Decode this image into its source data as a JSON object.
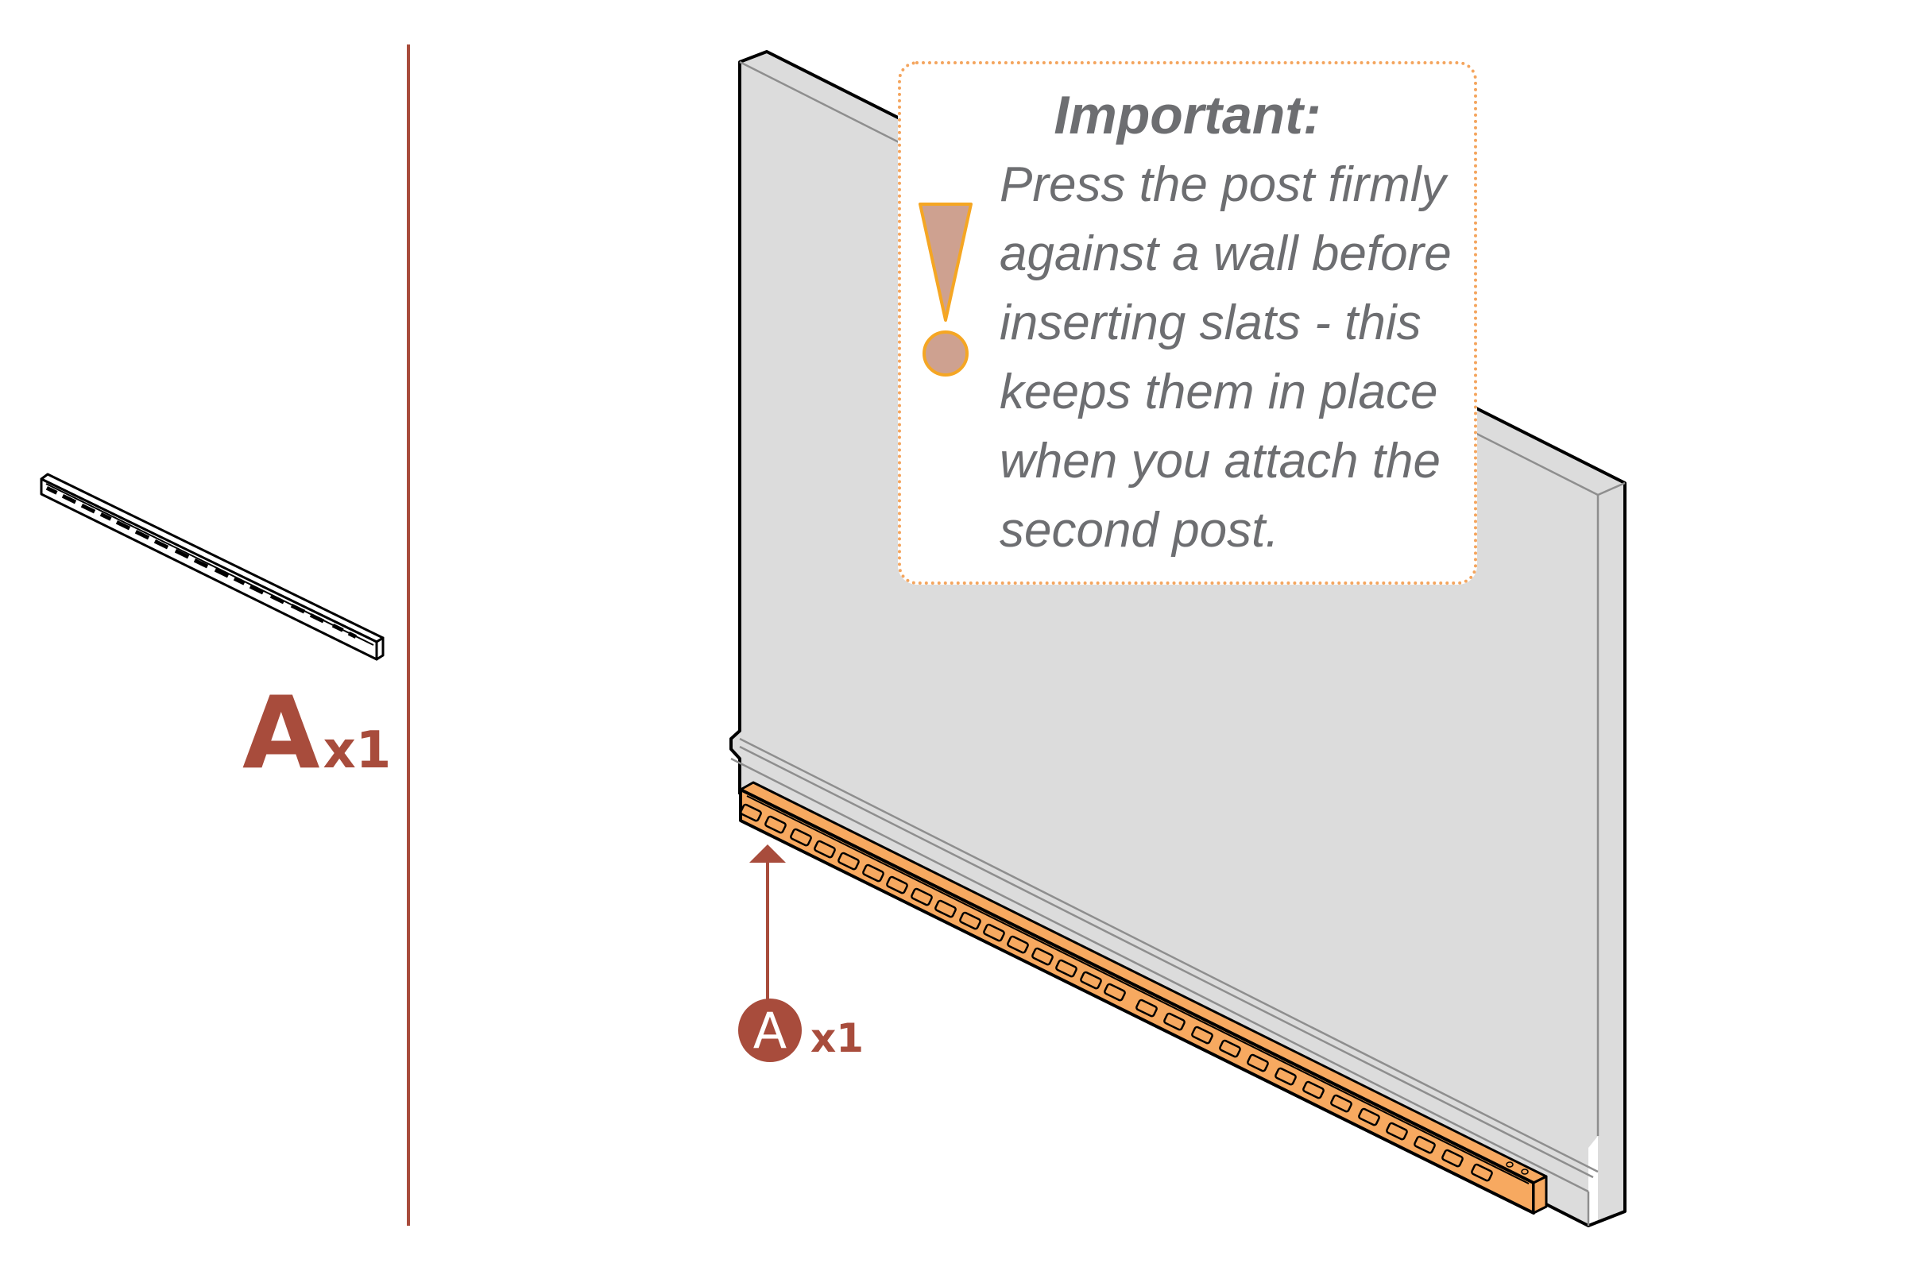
{
  "page": {
    "background": "#ffffff",
    "accent_color": "#a84c3c",
    "highlight_color": "#f7a960",
    "wall_color": "#dcdcdc"
  },
  "parts_panel": {
    "part": {
      "icon": "slotted-post-icon",
      "letter": "A",
      "quantity": "x1"
    }
  },
  "assembly": {
    "callout": {
      "letter": "A",
      "quantity": "x1",
      "icon": "arrow-up-icon"
    },
    "highlighted_part": "slotted-post-rail-icon",
    "wall": "wall-panel-icon"
  },
  "notice": {
    "icon": "exclamation-icon",
    "title": "Important:",
    "lines": [
      "Press the post firmly",
      "against a wall before",
      "inserting slats - this",
      "keeps them in place",
      "when you attach the",
      "second post."
    ],
    "border_color": "#f4a55e",
    "text_color": "#6d6e71",
    "icon_fill": "#cea190",
    "icon_stroke": "#f5a623"
  }
}
